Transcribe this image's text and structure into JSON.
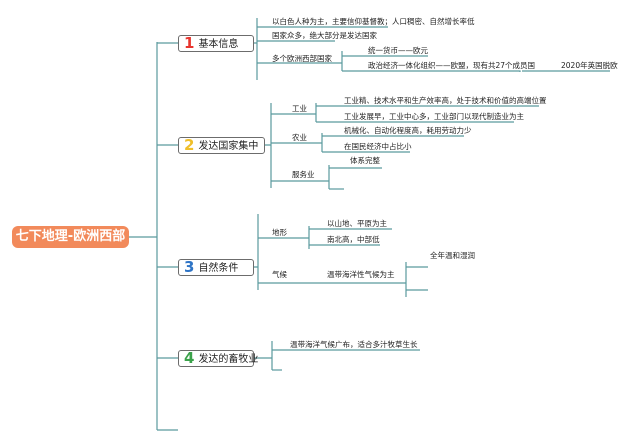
{
  "root": {
    "label": "七下地理-欧洲西部",
    "color": "#f28a5b"
  },
  "branches": [
    {
      "number": "1",
      "number_color": "#e8352e",
      "label": "基本信息",
      "items": [
        "以白色人种为主，主要信仰基督教；人口稠密、自然增长率低",
        "国家众多，绝大部分是发达国家",
        "多个欧洲西部国家",
        "统一货币——欧元",
        "政治经济一体化组织——欧盟，现有共27个成员国",
        "2020年英国脱欧"
      ]
    },
    {
      "number": "2",
      "number_color": "#f0bf2a",
      "label": "发达国家集中",
      "items": [
        "工业",
        "工业精、技术水平和生产效率高，处于技术和价值的高端位置",
        "工业发展早，工业中心多，工业部门以现代制造业为主",
        "农业",
        "机械化、自动化程度高，耗用劳动力少",
        "在国民经济中占比小",
        "服务业",
        "体系完整"
      ]
    },
    {
      "number": "3",
      "number_color": "#2e74c6",
      "label": "自然条件",
      "items": [
        "地形",
        "以山地、平原为主",
        "南北高，中部低",
        "气候",
        "温带海洋性气候为主",
        "全年温和湿润"
      ]
    },
    {
      "number": "4",
      "number_color": "#3aa24a",
      "label": "发达的畜牧业",
      "items": [
        "温带海洋气候广布，适合多汁牧草生长"
      ]
    }
  ],
  "line_color": "#5a9a9e"
}
